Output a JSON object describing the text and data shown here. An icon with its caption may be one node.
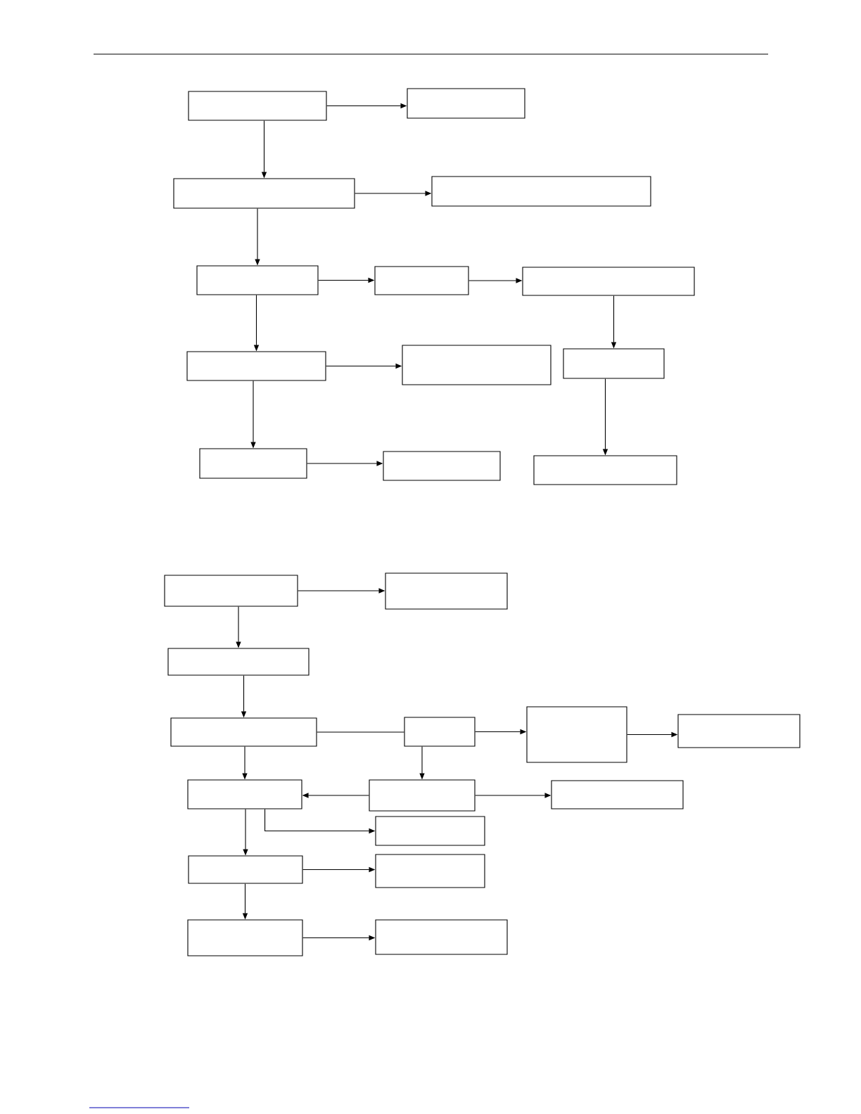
{
  "diagram": {
    "nodes": [
      {
        "text": [],
        "shape": "box"
      },
      {
        "text": [],
        "shape": "box"
      },
      {
        "text": [],
        "shape": "box"
      },
      {
        "text": [],
        "shape": "box"
      },
      {
        "text": [],
        "shape": "box"
      },
      {
        "text": [],
        "shape": "box"
      },
      {
        "text": [],
        "shape": "box"
      },
      {
        "text": [],
        "shape": "box"
      },
      {
        "text": [],
        "shape": "box"
      },
      {
        "text": [],
        "shape": "box"
      },
      {
        "text": [],
        "shape": "box"
      },
      {
        "text": [],
        "shape": "box"
      },
      {
        "text": [],
        "shape": "box"
      },
      {
        "text": [],
        "shape": "box"
      },
      {
        "text": [],
        "shape": "box"
      },
      {
        "text": [],
        "shape": "box"
      },
      {
        "text": [],
        "shape": "box"
      },
      {
        "text": [],
        "shape": "box"
      },
      {
        "text": [],
        "shape": "box"
      },
      {
        "text": [],
        "shape": "box"
      },
      {
        "text": [],
        "shape": "box"
      },
      {
        "text": [],
        "shape": "box"
      },
      {
        "text": [],
        "shape": "box"
      },
      {
        "text": [],
        "shape": "box"
      },
      {
        "text": [],
        "shape": "box"
      },
      {
        "text": [],
        "shape": "box"
      },
      {
        "text": [],
        "shape": "box"
      },
      {
        "text": [],
        "shape": "box"
      }
    ],
    "edges": [
      {
        "from": 0,
        "to": 1,
        "arrow": "to"
      },
      {
        "from": 0,
        "to": 2,
        "arrow": "to"
      },
      {
        "from": 2,
        "to": 3,
        "arrow": "to"
      },
      {
        "from": 2,
        "to": 4,
        "arrow": "to"
      },
      {
        "from": 4,
        "to": 5,
        "arrow": "to"
      },
      {
        "from": 5,
        "to": 6,
        "arrow": "to"
      },
      {
        "from": 4,
        "to": 7,
        "arrow": "to"
      },
      {
        "from": 6,
        "to": 9,
        "arrow": "to"
      },
      {
        "from": 7,
        "to": 8,
        "arrow": "to"
      },
      {
        "from": 7,
        "to": 10,
        "arrow": "to"
      },
      {
        "from": 9,
        "to": 12,
        "arrow": "to"
      },
      {
        "from": 10,
        "to": 11,
        "arrow": "to"
      },
      {
        "from": 13,
        "to": 14,
        "arrow": "to"
      },
      {
        "from": 13,
        "to": 15,
        "arrow": "to"
      },
      {
        "from": 15,
        "to": 16,
        "arrow": "to"
      },
      {
        "from": 16,
        "to": 17,
        "arrow": "none"
      },
      {
        "from": 17,
        "to": 18,
        "arrow": "to"
      },
      {
        "from": 18,
        "to": 19,
        "arrow": "to"
      },
      {
        "from": 16,
        "to": 20,
        "arrow": "to"
      },
      {
        "from": 17,
        "to": 21,
        "arrow": "to"
      },
      {
        "from": 21,
        "to": 20,
        "arrow": "to"
      },
      {
        "from": 21,
        "to": 22,
        "arrow": "to"
      },
      {
        "from": 20,
        "to": 23,
        "arrow": "to"
      },
      {
        "from": 20,
        "to": 24,
        "arrow": "to"
      },
      {
        "from": 24,
        "to": 25,
        "arrow": "to"
      },
      {
        "from": 24,
        "to": 26,
        "arrow": "to"
      },
      {
        "from": 26,
        "to": 27,
        "arrow": "to"
      }
    ]
  }
}
